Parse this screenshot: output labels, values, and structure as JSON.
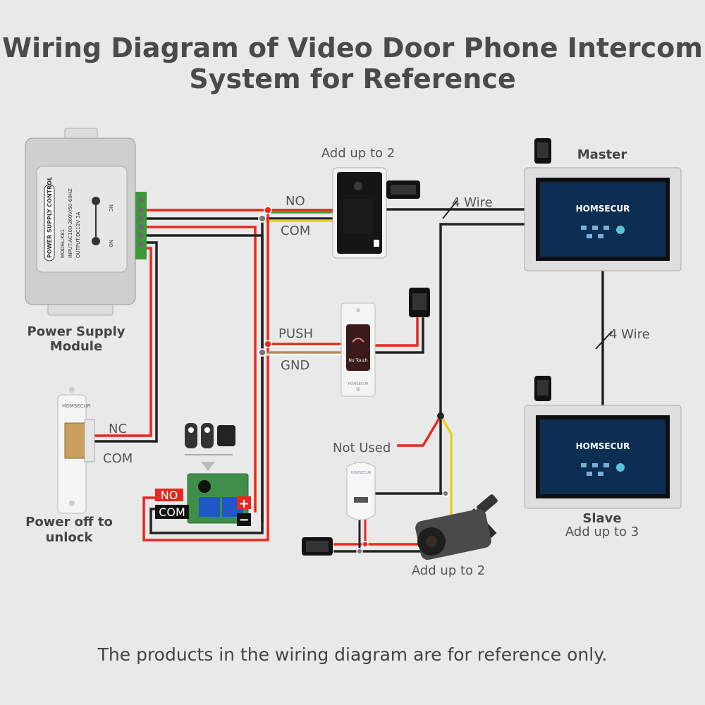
{
  "title": {
    "line1": "Wiring Diagram of Video Door Phone Intercom",
    "line2": "System for Reference"
  },
  "footer": "The products in the wiring diagram are for reference only.",
  "power_supply": {
    "label_line1": "Power Supply",
    "label_line2": "Module",
    "panel_line1": "POWER SUPPLY CONTROL",
    "panel_line2": "MODEL:K81",
    "panel_line3": "INPUT:AC100-260V/50-60HZ",
    "panel_line4": "OUTPUT:DC12V 3A",
    "nc_mark": "NC",
    "no_mark": "NO"
  },
  "lock": {
    "brand": "HOMSECUR",
    "nc": "NC",
    "com": "COM",
    "label_line1": "Power off to",
    "label_line2": "unlock"
  },
  "outdoor": {
    "add_label": "Add up to 2",
    "no": "NO",
    "com": "COM",
    "wire4": "4 Wire"
  },
  "exit_button": {
    "push": "PUSH",
    "gnd": "GND",
    "face_text": "No Touch",
    "brand": "HOMSECUR"
  },
  "master": {
    "label": "Master",
    "brand": "HOMSECUR"
  },
  "slave": {
    "label": "Slave",
    "sublabel": "Add up to 3",
    "brand": "HOMSECUR",
    "wire4": "4 Wire"
  },
  "receiver": {
    "no": "NO",
    "com": "COM",
    "plus": "+",
    "minus": "−"
  },
  "sensor": {
    "not_used": "Not Used",
    "brand": "HOMSECUR"
  },
  "camera": {
    "add_label": "Add up to 2"
  },
  "colors": {
    "red": "#e8281e",
    "black": "#222222",
    "yellow": "#e3d21a",
    "green": "#39a43a",
    "white": "#ffffff",
    "brown": "#b3885a"
  }
}
